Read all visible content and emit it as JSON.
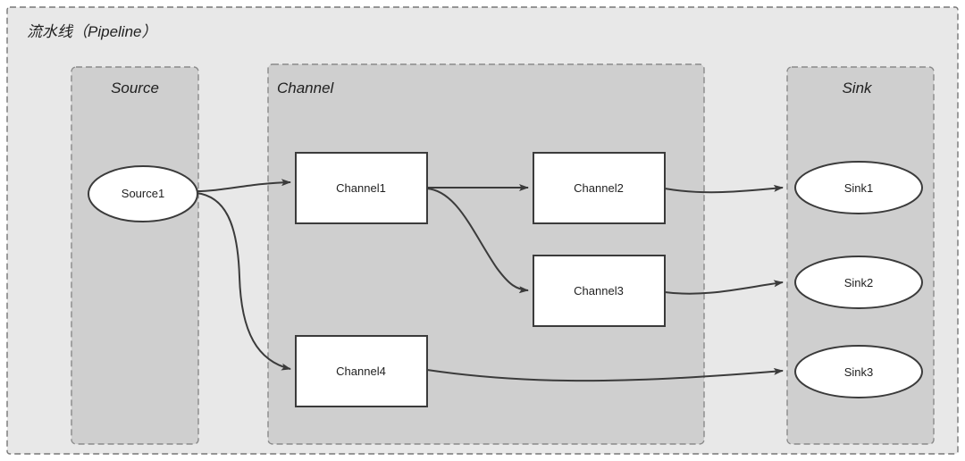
{
  "diagram": {
    "title": "流水线（Pipeline）",
    "background_color": "#ffffff",
    "outer_region_color": "#e8e8e8",
    "sub_region_color": "#cfcfcf",
    "node_fill_color": "#ffffff",
    "stroke_color": "#3b3b3b",
    "dash_stroke_color": "#8a8a8a",
    "groups": [
      {
        "id": "source",
        "label": "Source"
      },
      {
        "id": "channel",
        "label": "Channel"
      },
      {
        "id": "sink",
        "label": "Sink"
      }
    ],
    "nodes": [
      {
        "id": "source1",
        "label": "Source1",
        "shape": "ellipse",
        "group": "source"
      },
      {
        "id": "channel1",
        "label": "Channel1",
        "shape": "rect",
        "group": "channel"
      },
      {
        "id": "channel2",
        "label": "Channel2",
        "shape": "rect",
        "group": "channel"
      },
      {
        "id": "channel3",
        "label": "Channel3",
        "shape": "rect",
        "group": "channel"
      },
      {
        "id": "channel4",
        "label": "Channel4",
        "shape": "rect",
        "group": "channel"
      },
      {
        "id": "sink1",
        "label": "Sink1",
        "shape": "ellipse",
        "group": "sink"
      },
      {
        "id": "sink2",
        "label": "Sink2",
        "shape": "ellipse",
        "group": "sink"
      },
      {
        "id": "sink3",
        "label": "Sink3",
        "shape": "ellipse",
        "group": "sink"
      }
    ],
    "edges": [
      {
        "from": "source1",
        "to": "channel1"
      },
      {
        "from": "source1",
        "to": "channel4"
      },
      {
        "from": "channel1",
        "to": "channel2"
      },
      {
        "from": "channel1",
        "to": "channel3"
      },
      {
        "from": "channel2",
        "to": "sink1"
      },
      {
        "from": "channel3",
        "to": "sink2"
      },
      {
        "from": "channel4",
        "to": "sink3"
      }
    ]
  }
}
